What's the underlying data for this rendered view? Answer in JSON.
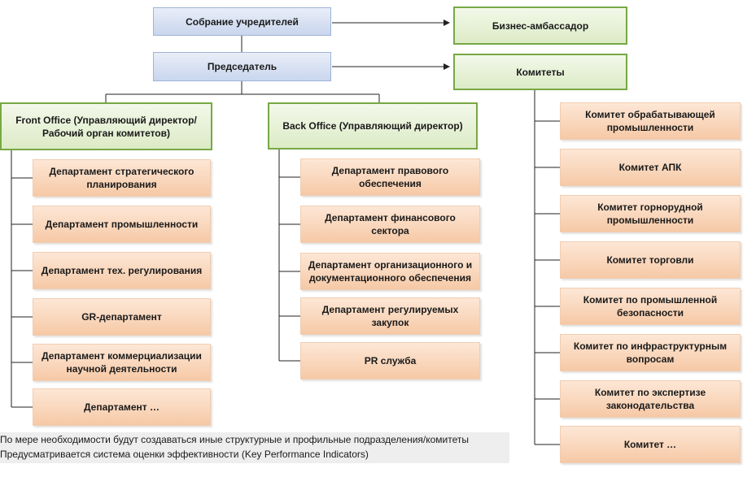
{
  "top": {
    "founders": "Собрание учредителей",
    "chairman": "Председатель",
    "ambassador": "Бизнес-амбассадор",
    "committees": "Комитеты"
  },
  "front_office": {
    "title": "Front Office (Управляющий директор/Рабочий орган комитетов)",
    "departments": [
      "Департамент стратегического планирования",
      "Департамент промышленности",
      "Департамент тех. регулирования",
      "GR-департамент",
      "Департамент коммерциализации научной деятельности",
      "Департамент …"
    ]
  },
  "back_office": {
    "title": "Back Office (Управляющий директор)",
    "departments": [
      "Департамент правового обеспечения",
      "Департамент финансового сектора",
      "Департамент организационного и документационного обеспечения",
      "Департамент регулируемых закупок",
      "PR служба"
    ]
  },
  "committee_list": [
    "Комитет обрабатывающей промышленности",
    "Комитет АПК",
    "Комитет горнорудной промышленности",
    "Комитет торговли",
    "Комитет по промышленной безопасности",
    "Комитет по инфраструктурным вопросам",
    "Комитет по экспертизе законодательства",
    "Комитет …"
  ],
  "notes": [
    "По мере необходимости  будут создаваться иные структурные  и профильные подразделения/комитеты",
    "Предусматривается система оценки эффективности (Key Performance Indicators)"
  ],
  "colors": {
    "blue_box": "#c9d6ee",
    "green_box": "#dcebc6",
    "orange_box": "#f6c9a6",
    "line": "#222222"
  }
}
